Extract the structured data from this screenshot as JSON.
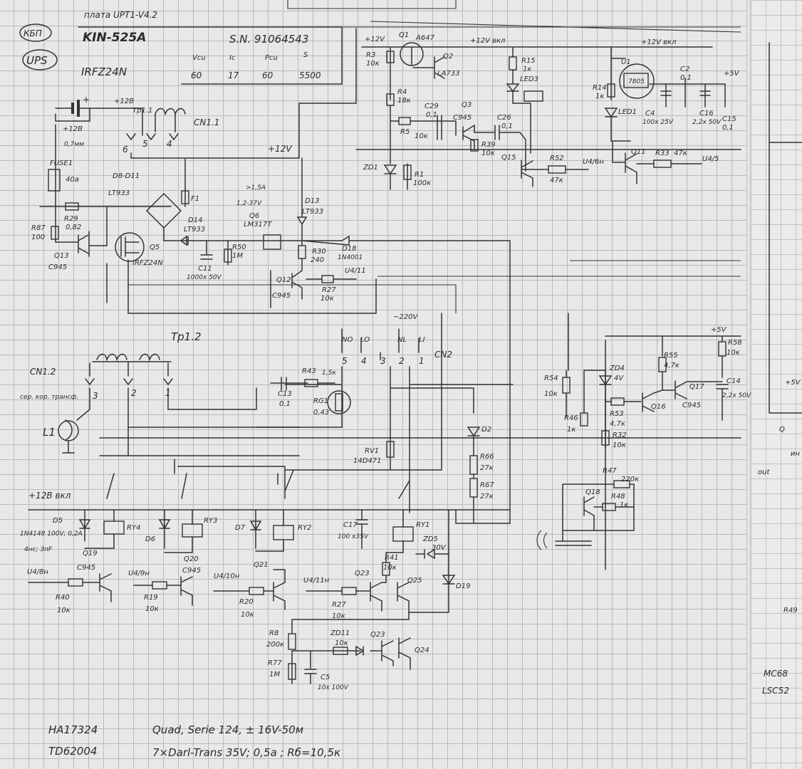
{
  "header": {
    "board_title": "плата UPT1-V4.2",
    "tag_kbp": "КБП",
    "tag_ups": "UPS",
    "model": "KIN-525A",
    "serial": "S.N. 91064543",
    "transistor": "IRFZ24N",
    "param_headers": [
      "Vcu",
      "Ic",
      "Pcu",
      "S"
    ],
    "param_values": [
      "60",
      "17",
      "60",
      "5500"
    ]
  },
  "top_section": {
    "battery_plus": "+",
    "plus12": "+12В",
    "plus12_left": "+12В",
    "wire_spec": "0,7мм",
    "fuse": "FUSE1",
    "fuse_rating": "40а",
    "diodes_d8_d11": "D8-D11",
    "diodes_type": "LT933",
    "r29": "R29",
    "r29_val": "0,82",
    "r87": "R87",
    "r87_val": "100",
    "q13": "Q13",
    "q13_type": "C945",
    "q5": "Q5",
    "q5_type": "IRFZ24N",
    "tr11": "Тр1.1",
    "cn11": "CN1.1",
    "pins_top": [
      "6",
      "5",
      "4"
    ],
    "f1": "F1",
    "d14": "D14",
    "d14_type": "LT933",
    "c11": "C11",
    "c11_val": "1000х 50V",
    "r50": "R50",
    "r50_val": "1М",
    "bus12v": "+12V",
    "q6_current": ">1,5А",
    "q6_voltage": "1,2-37V",
    "q6": "Q6",
    "q6_type": "LM317T",
    "d13": "D13",
    "d13_type": "LT933",
    "r30": "R30",
    "r30_val": "240",
    "d18": "D18",
    "d18_type": "1N4001",
    "q12": "Q12",
    "q12_type": "C945",
    "r27_top": "R27",
    "r27_top_val": "10к",
    "u4_11": "U4/11"
  },
  "upper_right": {
    "plus12v": "+12V",
    "q1": "Q1",
    "q1_type": "A647",
    "q2": "Q2",
    "q2_type": "LA733",
    "plus12v_on": "+12V вкл",
    "r3": "R3",
    "r3_val": "10к",
    "r4": "R4",
    "r4_val": "18к",
    "r5": "R5",
    "r5_val": "10к",
    "c29": "C29",
    "c29_val": "0,1",
    "q3": "Q3",
    "q3_type": "C945",
    "c26": "C26",
    "c26_val": "0,1",
    "r39": "R39",
    "r39_val": "10к",
    "zd1": "ZD1",
    "r1": "R1",
    "r1_val": "100к",
    "r15": "R15",
    "r15_val": "1к",
    "led3": "LED3",
    "q15": "Q15",
    "r52": "R52",
    "r52_val": "47к",
    "u4_6": "U4/6н",
    "plus12v_on2": "+12V вкл",
    "u1": "U1",
    "u1_type": "7805",
    "r14": "R14",
    "r14_val": "1к",
    "led1": "LED1",
    "c2": "C2",
    "c2_val": "0,1",
    "plus5v": "+5V",
    "c4": "C4",
    "c4_val": "100х 25V",
    "c16": "C16",
    "c16_val": "2,2х 50V",
    "c15": "C15",
    "c15_val": "0,1",
    "q11": "Q11",
    "r33": "R33",
    "r33_val": "47к",
    "u4_5": "U4/5"
  },
  "middle": {
    "tr12": "Тр1.2",
    "cn12": "CN1.2",
    "cn12_note": "сер. кор. трансф.",
    "l1": "L1",
    "pins_bottom": [
      "3",
      "2",
      "1"
    ],
    "ac220": "~220V",
    "no": "NO",
    "lo": "LO",
    "nl": "NL",
    "li": "LI",
    "cn2": "CN2",
    "cn2_pins": [
      "5",
      "4",
      "3",
      "2",
      "1"
    ],
    "r43": "R43",
    "r43_val": "1,5к",
    "c13": "C13",
    "c13_val": "0,1",
    "rg1": "RG1",
    "rg1_val": "0,43",
    "rv1": "RV1",
    "rv1_type": "14D471",
    "d2": "D2",
    "r66": "R66",
    "r66_val": "27к",
    "r67": "R67",
    "r67_val": "27к"
  },
  "right_block": {
    "plus5v": "+5V",
    "r58": "R58",
    "r58_val": "10к",
    "r55": "R55",
    "r55_val": "4,7к",
    "zd4": "ZD4",
    "zd4_val": "4V",
    "q17": "Q17",
    "q17_type": "C945",
    "c14": "C14",
    "c14_val": "2,2х 50V",
    "r54": "R54",
    "r54_val": "10к",
    "r53": "R53",
    "r53_val": "4,7к",
    "q16": "Q16",
    "r46": "R46",
    "r46_val": "1к",
    "r32": "R32",
    "r32_val": "10к",
    "r47": "R47",
    "r47_val": "220к",
    "q18": "Q18",
    "r48": "R48",
    "r48_val": "1к"
  },
  "relays": {
    "bus": "+12В вкл",
    "d5": "D5",
    "d5_spec": "1N4148 100V; 0,2A",
    "d5_note": "4нс; 3пF",
    "ry4": "RY4",
    "q19": "Q19",
    "q19_type": "C945",
    "u4_8": "U4/8н",
    "r40": "R40",
    "r40_val": "10к",
    "d6": "D6",
    "ry3": "RY3",
    "q20": "Q20",
    "q20_type": "C945",
    "u4_9": "U4/9н",
    "r19": "R19",
    "r19_val": "10к",
    "d7": "D7",
    "ry2": "RY2",
    "q21": "Q21",
    "u4_10": "U4/10н",
    "r20": "R20",
    "r20_val": "10к",
    "c17": "C17",
    "c17_val": "100 х35V",
    "ry1": "RY1",
    "zd5": "ZD5",
    "zd5_val": "30V",
    "r41": "R41",
    "r41_val": "10к",
    "q23": "Q23",
    "q25": "Q25",
    "d19": "D19",
    "u4_11": "U4/11н",
    "r27": "R27",
    "r27_val": "10к",
    "r8": "R8",
    "r8_val": "200к",
    "zd11": "ZD11",
    "zd11_val": "10к",
    "q23b": "Q23",
    "q24": "Q24",
    "r77": "R77",
    "r77_val": "1М",
    "c5": "C5",
    "c5_val": "10х 100V"
  },
  "footer": {
    "ic1": "HA17324",
    "ic1_desc": "Quad, Serie 124, ± 16V-50м",
    "ic2": "TD62004",
    "ic2_desc": "7×Darl-Trans 35V; 0,5а ; Rб=10,5к"
  },
  "edge": {
    "plus5v": "+5V",
    "q": "Q",
    "in": "ин",
    "out": "out",
    "r49": "R49",
    "mc": "MC68",
    "lsc": "LSC52"
  },
  "colors": {
    "ink": "#2b2b2b",
    "paper": "#e8e8e6",
    "grid": "#b9b9b9"
  }
}
